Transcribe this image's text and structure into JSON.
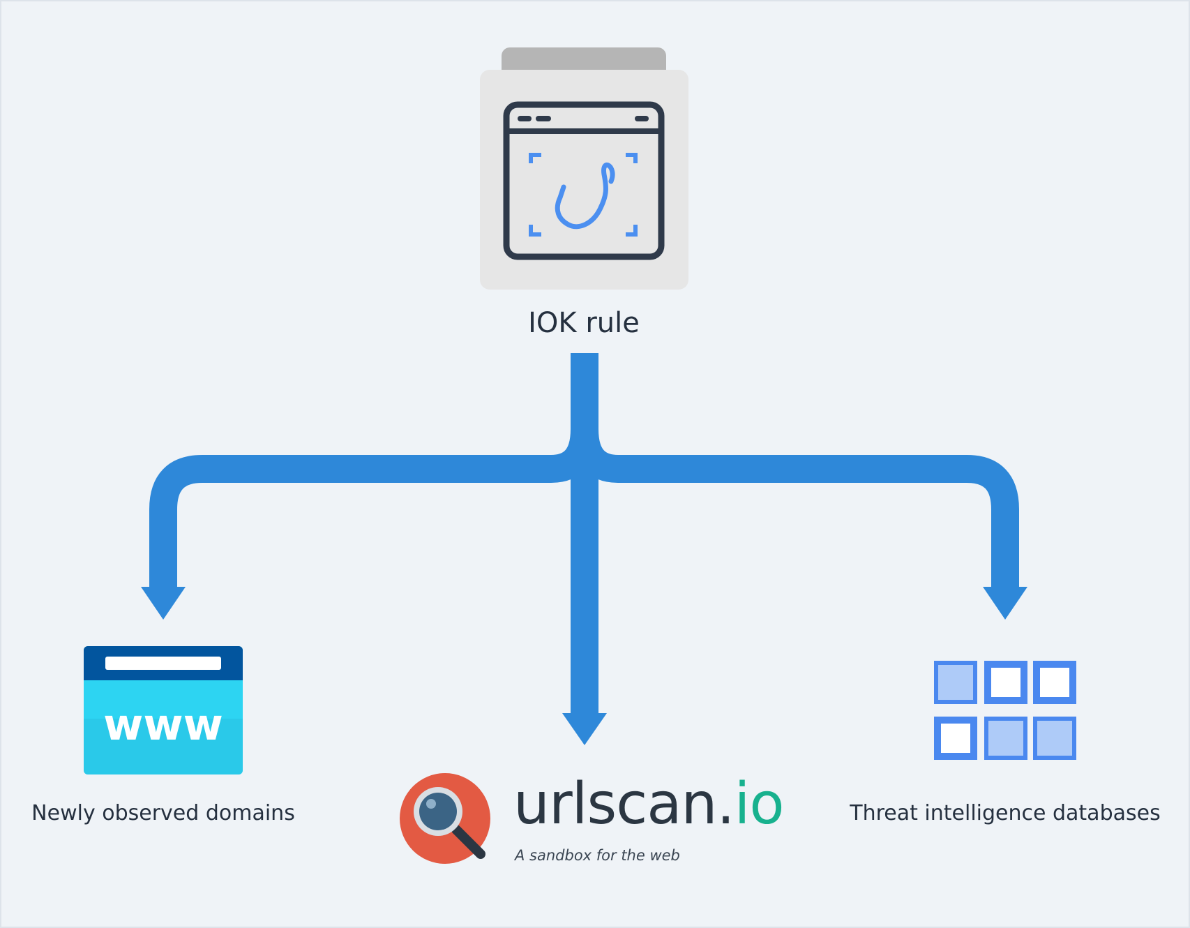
{
  "iok": {
    "label": "IOK rule",
    "icon": "phishing-hook-browser-icon"
  },
  "targets": [
    {
      "label": "Newly observed domains",
      "icon": "www-browser-icon",
      "icon_text": "www"
    },
    {
      "label": "",
      "icon": "urlscan-logo",
      "brand_main": "urlscan.",
      "brand_tld": "io",
      "tagline": "A sandbox for the web"
    },
    {
      "label": "Threat intelligence databases",
      "icon": "database-grid-icon"
    }
  ],
  "colors": {
    "background": "#eff3f7",
    "arrow": "#2e88d9",
    "icon_dark": "#2f3a4a",
    "icon_blue": "#4b8ff0",
    "www_bar": "#02559e",
    "www_body": "#2dd4f2",
    "urlscan_red": "#e35a43",
    "urlscan_green": "#17b18e",
    "grid_blue": "#4a88ef",
    "grid_light": "#aecbf8"
  }
}
